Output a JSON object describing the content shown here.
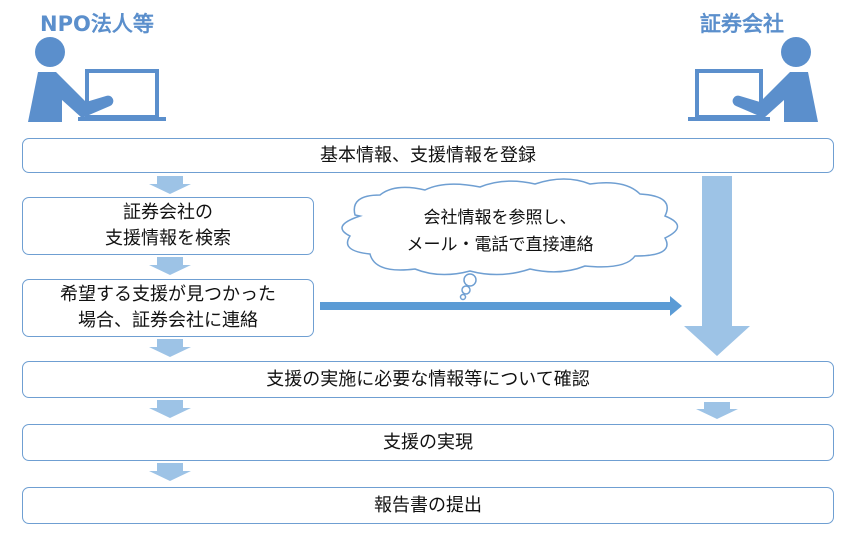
{
  "actors": {
    "left": "NPO法人等",
    "right": "証券会社"
  },
  "steps": {
    "register": "基本情報、支援情報を登録",
    "search": [
      "証券会社の",
      "支援情報を検索"
    ],
    "contact": [
      "希望する支援が見つかった",
      "場合、証券会社に連絡"
    ],
    "confirm": "支援の実施に必要な情報等について確認",
    "realize": "支援の実現",
    "report": "報告書の提出"
  },
  "cloud": [
    "会社情報を参照し、",
    "メール・電話で直接連絡"
  ],
  "colors": {
    "accent": "#5b8fcc",
    "light_arrow": "#9dc3e6",
    "box_border": "#6f9fd2"
  }
}
